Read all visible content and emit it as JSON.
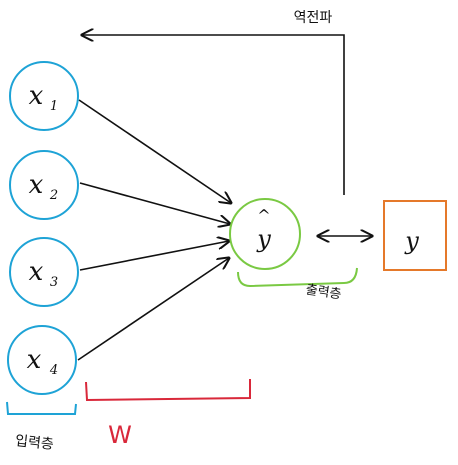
{
  "inputs": [
    {
      "main": "x",
      "sub": "1"
    },
    {
      "main": "x",
      "sub": "2"
    },
    {
      "main": "x",
      "sub": "3"
    },
    {
      "main": "x",
      "sub": "4"
    }
  ],
  "output": {
    "main": "y",
    "hat": "^"
  },
  "target": {
    "label": "y"
  },
  "labels": {
    "input_layer": "입력층",
    "output_layer": "출력층",
    "weights": "W",
    "backprop": "역전파"
  },
  "colors": {
    "input_node": "#1ea3d6",
    "output_node": "#7ac943",
    "target_box": "#e5792a",
    "weights_bracket": "#d9283a",
    "arrow": "#111111"
  }
}
